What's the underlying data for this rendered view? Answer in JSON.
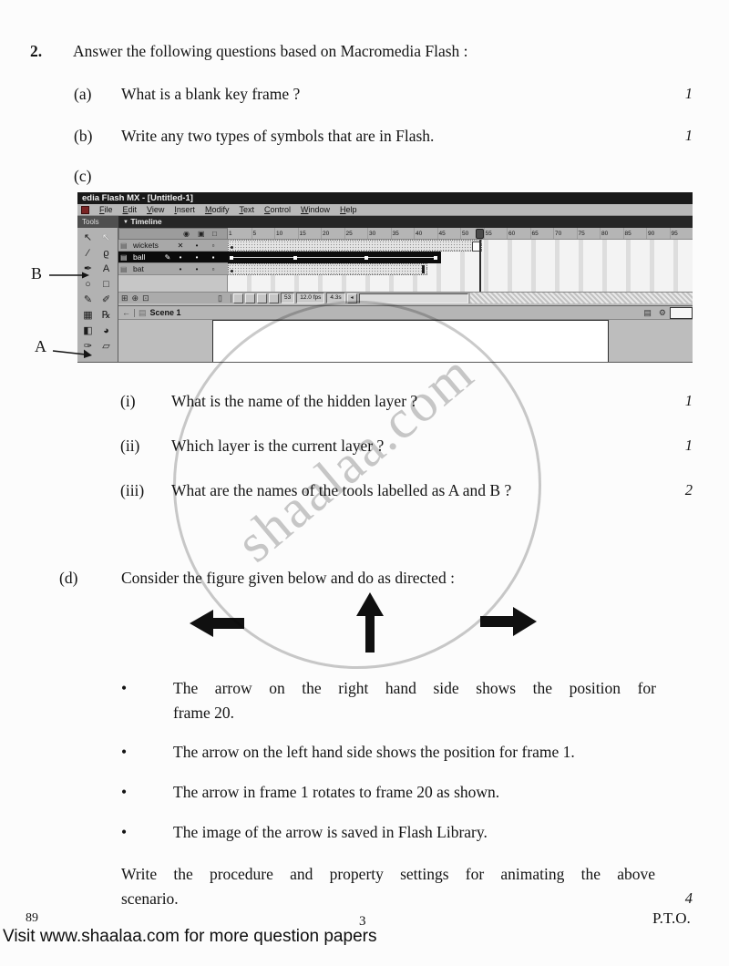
{
  "colors": {
    "paper": "#fcfcfc",
    "ink": "#141414",
    "watermark": "#9e9e9e",
    "ui_dark": "#191919",
    "ui_gray": "#b5b5b5"
  },
  "watermark": {
    "text": "shaalaa.com"
  },
  "question": {
    "number": "2.",
    "intro": "Answer the following questions based on Macromedia Flash :",
    "part_a": {
      "label": "(a)",
      "text": "What is a blank key frame ?",
      "marks": "1"
    },
    "part_b": {
      "label": "(b)",
      "text": "Write any two types of symbols that are in Flash.",
      "marks": "1"
    },
    "part_c": {
      "label": "(c)",
      "callout_b": "B",
      "callout_a": "A",
      "sub_i": {
        "label": "(i)",
        "text": "What is the name of the hidden layer ?",
        "marks": "1"
      },
      "sub_ii": {
        "label": "(ii)",
        "text": "Which layer is the current layer ?",
        "marks": "1"
      },
      "sub_iii": {
        "label": "(iii)",
        "text": "What are the names of the tools labelled as A and B ?",
        "marks": "2"
      }
    },
    "part_d": {
      "label": "(d)",
      "text": "Consider the figure given below and do as directed :",
      "bullet_glyph": "•",
      "bullet1_line1": "The arrow on the right hand side shows the position for",
      "bullet1_line2": "frame 20.",
      "bullet2": "The arrow on the left hand side shows the position for frame 1.",
      "bullet3": "The arrow in frame 1 rotates to frame 20 as shown.",
      "bullet4": "The image of the arrow is saved in Flash Library.",
      "closing_line1": "Write the procedure and property settings for animating the above",
      "closing_line2": "scenario.",
      "marks": "4"
    }
  },
  "flash": {
    "title": "edia Flash MX - [Untitled-1]",
    "menus": [
      "File",
      "Edit",
      "View",
      "Insert",
      "Modify",
      "Text",
      "Control",
      "Window",
      "Help"
    ],
    "tools_panel": {
      "header": "Tools",
      "tools": [
        {
          "name": "selection",
          "glyph": "↖"
        },
        {
          "name": "subselection",
          "glyph": "↖"
        },
        {
          "name": "line",
          "glyph": "∕"
        },
        {
          "name": "lasso",
          "glyph": "ϱ"
        },
        {
          "name": "pen",
          "glyph": "✒"
        },
        {
          "name": "text",
          "glyph": "A"
        },
        {
          "name": "oval",
          "glyph": "○"
        },
        {
          "name": "rectangle",
          "glyph": "□"
        },
        {
          "name": "pencil",
          "glyph": "✎"
        },
        {
          "name": "brush",
          "glyph": "✐"
        },
        {
          "name": "free-transform",
          "glyph": "▦"
        },
        {
          "name": "fill-transform",
          "glyph": "℞"
        },
        {
          "name": "ink-bottle",
          "glyph": "◧"
        },
        {
          "name": "paint-bucket",
          "glyph": "◕"
        },
        {
          "name": "eyedropper",
          "glyph": "✑"
        },
        {
          "name": "eraser",
          "glyph": "▱"
        }
      ]
    },
    "timeline": {
      "collapse_icon": "▼",
      "header": "Timeline",
      "col_icons": {
        "eye": "◉",
        "lock": "▣",
        "outline": "□"
      },
      "layers": [
        {
          "name": "wickets",
          "vis": "✕",
          "lock": "•",
          "outline": "▫"
        },
        {
          "name": "ball",
          "pencil": "✎",
          "vis": "•",
          "lock": "•",
          "outline": "▪"
        },
        {
          "name": "bat",
          "vis": "•",
          "lock": "•",
          "outline": "▫"
        }
      ],
      "ruler": [
        "1",
        "5",
        "10",
        "15",
        "20",
        "25",
        "30",
        "35",
        "40",
        "45",
        "50",
        "55",
        "60",
        "65",
        "70",
        "75",
        "80",
        "85",
        "90",
        "95"
      ],
      "layer_buttons": {
        "add_layer": "⊞",
        "add_guide": "⊕",
        "add_folder": "⊡",
        "trash": "▯"
      },
      "status": {
        "current_frame": "53",
        "frame_rate": "12.0 fps",
        "elapsed_time": "4.3s",
        "scroll_left": "◂"
      }
    },
    "scene_bar": {
      "back_icon": "←",
      "scene_icon": "▤",
      "scene_name": "Scene 1",
      "edit_scene_icon": "▤",
      "edit_symbols_icon": "⚙"
    }
  },
  "footer": {
    "page_ref": "89",
    "page_number": "3",
    "pto": "P.T.O.",
    "visit": "Visit www.shaalaa.com for more question papers"
  }
}
